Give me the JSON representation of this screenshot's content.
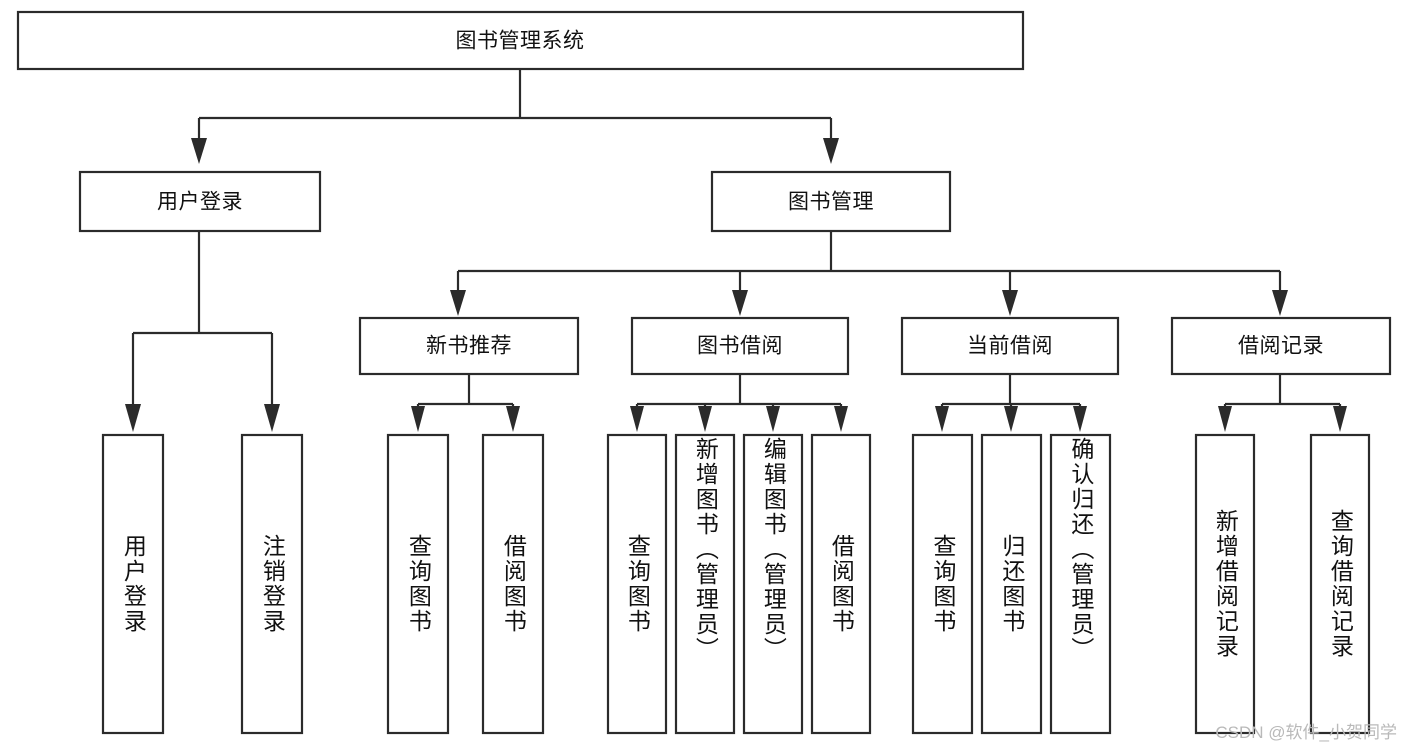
{
  "diagram": {
    "title": "图书管理系统",
    "type": "tree-hierarchy",
    "root": {
      "label": "图书管理系统"
    },
    "level2": [
      {
        "label": "用户登录"
      },
      {
        "label": "图书管理"
      }
    ],
    "level3": [
      {
        "label": "新书推荐"
      },
      {
        "label": "图书借阅"
      },
      {
        "label": "当前借阅"
      },
      {
        "label": "借阅记录"
      }
    ],
    "leaves": {
      "user_login": [
        {
          "label": "用户登录"
        },
        {
          "label": "注销登录"
        }
      ],
      "new_book_recommend": [
        {
          "label": "查询图书"
        },
        {
          "label": "借阅图书"
        }
      ],
      "book_borrow": [
        {
          "label": "查询图书"
        },
        {
          "label": "新增图书（管理员）"
        },
        {
          "label": "编辑图书（管理员）"
        },
        {
          "label": "借阅图书"
        }
      ],
      "current_borrow": [
        {
          "label": "查询图书"
        },
        {
          "label": "归还图书"
        },
        {
          "label": "确认归还（管理员）"
        }
      ],
      "borrow_record": [
        {
          "label": "新增借阅记录"
        },
        {
          "label": "查询借阅记录"
        }
      ]
    }
  },
  "watermark": {
    "text": "CSDN @软件_小贺同学"
  },
  "colors": {
    "stroke": "#2b2b2b",
    "fill": "#ffffff",
    "text": "#111111",
    "watermark": "#b9b9b9"
  }
}
